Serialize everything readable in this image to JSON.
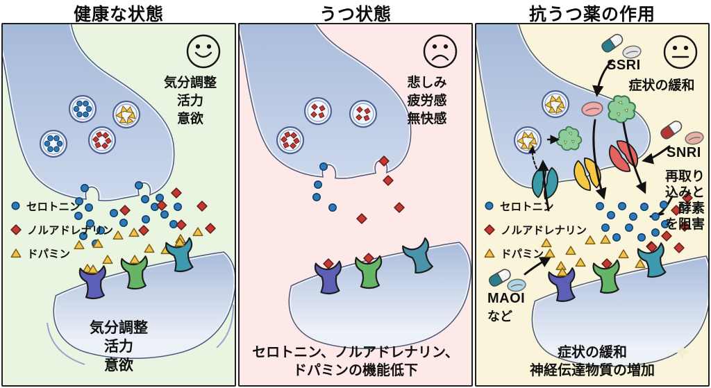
{
  "figure_title": "synapse-antidepressant-diagram",
  "legend": {
    "items": [
      {
        "name": "serotonin",
        "shape": "circle",
        "color": "#2e7ab8",
        "label": "セロトニン"
      },
      {
        "name": "noradrenaline",
        "shape": "diamond",
        "color": "#c23832",
        "label": "ノルアドレナリン"
      },
      {
        "name": "dopamine",
        "shape": "triangle",
        "color": "#f0c34e",
        "label": "ドパミン"
      }
    ]
  },
  "panels": [
    {
      "id": "healthy",
      "title": "健康な状態",
      "face": "happy",
      "mood_lines": [
        "気分調整",
        "活力",
        "意欲"
      ],
      "caption_lines": [
        "気分調整",
        "活力",
        "意欲"
      ]
    },
    {
      "id": "depressed",
      "title": "うつ状態",
      "face": "sad",
      "mood_lines": [
        "悲しみ",
        "疲労感",
        "無快感"
      ],
      "caption_lines": [
        "セロトニン、ノルアドレナリン、",
        "ドパミンの機能低下"
      ]
    },
    {
      "id": "medicated",
      "title": "抗うつ薬の作用",
      "face": "neutral",
      "mood_lines": [
        "症状の緩和"
      ],
      "drugs": {
        "ssri": "SSRI",
        "snri": "SNRI",
        "maoi": "MAOI",
        "maoi_note": "など"
      },
      "inhibition_lines": [
        "再取り",
        "込みと",
        "酵素",
        "を阻害"
      ],
      "caption_lines": [
        "症状の緩和",
        "神経伝達物質の増加"
      ]
    }
  ],
  "colors": {
    "healthy_bg": "#eaf5e1",
    "depressed_bg": "#fdeae8",
    "medicated_bg": "#f9f4da",
    "serotonin": "#2e7ab8",
    "noradrenaline": "#c23832",
    "dopamine": "#f0c34e",
    "neuron_fill": "#b0c2de",
    "neuron_outline": "#44577e",
    "receptor_purple": "#5c5fb5",
    "receptor_green": "#66b567",
    "receptor_teal": "#3f9ab0",
    "transporter_teal": "#3a9aa8",
    "transporter_yellow": "#f5c844",
    "transporter_red": "#e2625f",
    "enzyme_green": "#8fcb9b",
    "ssri_capsule": "#2a7d8c",
    "snri_capsule": "#b23730",
    "maoi_tablet": "#aed6e4",
    "snri_tablet": "#e8b0a2"
  }
}
